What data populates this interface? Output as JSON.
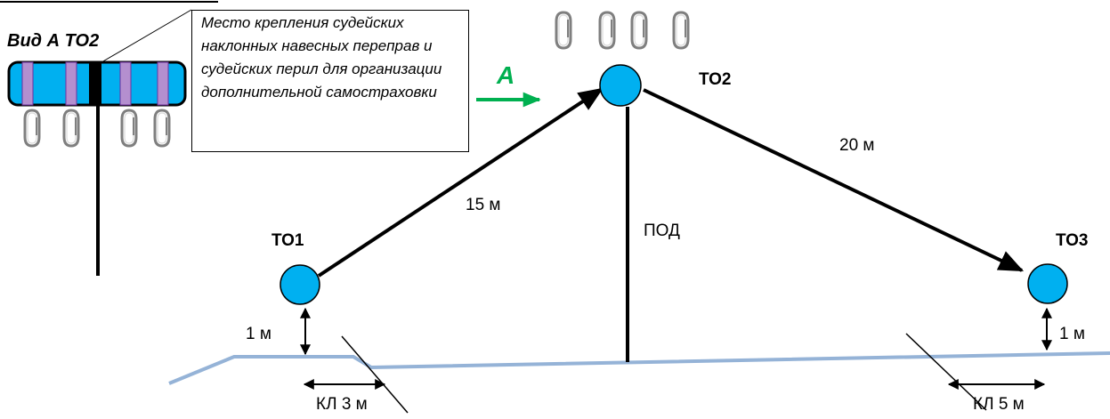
{
  "view_title": "Вид А ТО2",
  "callout_text": "Место крепления судейских наклонных навесных переправ и судейских перил для организации дополнительной самостраховки",
  "arrow_label": "A",
  "nodes": {
    "to1": "ТО1",
    "to2": "ТО2",
    "to3": "ТО3"
  },
  "segments": {
    "to1_to2": "15 м",
    "to2_to3": "20 м",
    "vertical": "ПОД"
  },
  "heights": {
    "left": "1 м",
    "right": "1 м"
  },
  "zones": {
    "left": "КЛ 3 м",
    "right": "КЛ 5 м"
  },
  "colors": {
    "node_fill": "#00b0f0",
    "arrow_green": "#00b050",
    "ground": "#95b3d7",
    "band_fill": "#00b0f0",
    "sling": "#b48fcf"
  },
  "icons": {
    "carabiner": "carabiner-icon"
  }
}
